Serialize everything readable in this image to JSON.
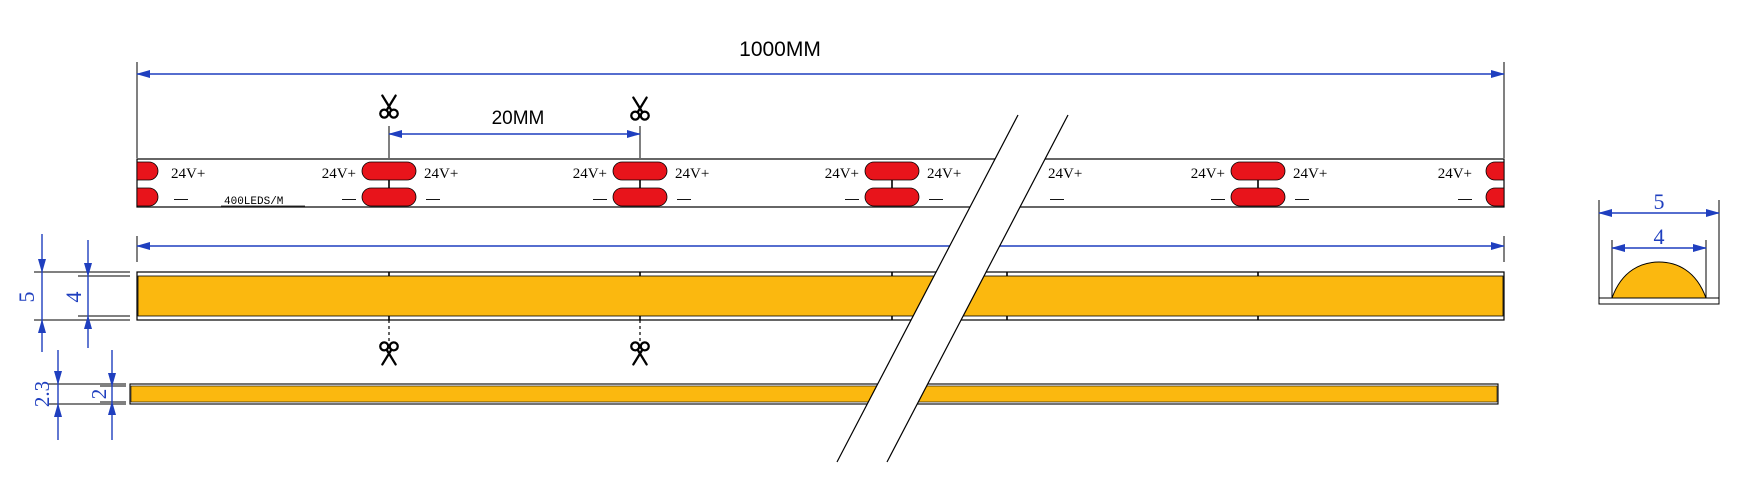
{
  "dimensions": {
    "total_length": "1000MM",
    "cut_interval": "20MM",
    "strip_width_outer": "5",
    "strip_width_inner": "4",
    "strip_thickness_outer": "2.3",
    "strip_thickness_inner": "2",
    "profile_width_outer": "5",
    "profile_width_inner": "4"
  },
  "labels": {
    "positive": "24V+",
    "negative": "—",
    "led_density": "400LEDS/M"
  },
  "icons": {
    "cut_mark": "scissors-icon"
  },
  "colors": {
    "dimension_line": "#1f3fbf",
    "pad": "#e8141b",
    "cob_phosphor": "#fbb80f",
    "outline": "#000000"
  }
}
